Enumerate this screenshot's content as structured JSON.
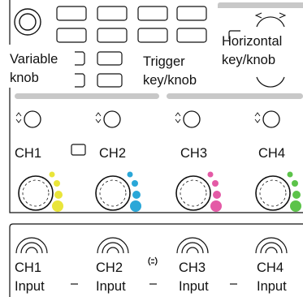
{
  "labels": {
    "variable_knob": [
      "Variable",
      "knob"
    ],
    "trigger": [
      "Trigger",
      "key/knob"
    ],
    "horizontal": [
      "Horizontal",
      "key/knob"
    ]
  },
  "channels": [
    {
      "label": "CH1",
      "input": [
        "CH1",
        "Input"
      ],
      "color": "#e9e53a"
    },
    {
      "label": "CH2",
      "input": [
        "CH2",
        "Input"
      ],
      "color": "#2aa7d8"
    },
    {
      "label": "CH3",
      "input": [
        "CH3",
        "Input"
      ],
      "color": "#e45aa6"
    },
    {
      "label": "CH4",
      "input": [
        "CH4",
        "Input"
      ],
      "color": "#5cc34a"
    }
  ],
  "colors": {
    "panel_gray": "#c8c8c8",
    "outline": "#111111"
  },
  "icons": {
    "variable_knob": "knob-icon",
    "position_knob": "position-knob-icon",
    "scale_knob": "scale-knob-icon",
    "input_connector": "bnc-connector-icon",
    "ground_terminal": "ground-terminal-icon"
  }
}
